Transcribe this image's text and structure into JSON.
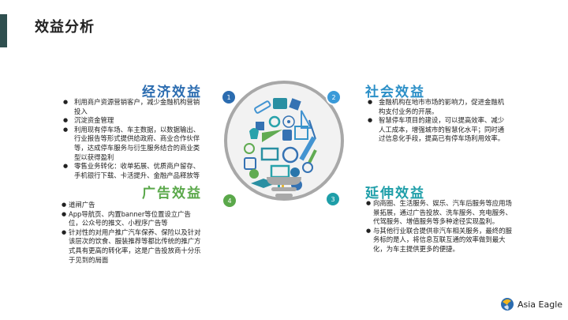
{
  "page": {
    "title": "效益分析"
  },
  "colors": {
    "accent_bar": "#2f4f4f",
    "economic": "#2b6cb0",
    "advertising": "#5aa84a",
    "social": "#2b8fc7",
    "extension": "#1e9ea8"
  },
  "sections": {
    "economic": {
      "title": "经济效益",
      "badge": "1",
      "items": [
        "利用商户资源营销客户，减少金融机构营销投入",
        "沉淀资金管理",
        "利用现有停车场、车主数据，以数据输出、行业报告等形式提供给政府、商业合作伙伴等，达成停车服务与衍生服务结合的商业类型以获得盈利",
        "零售业务转化：收单拓展、优质商户留存、手机银行下载、卡活提升、金融产品释放等"
      ]
    },
    "social": {
      "title": "社会效益",
      "badge": "2",
      "items": [
        "金融机构在地市市场的影响力，促进金融机构支付业务的开展。",
        "智慧停车项目的建设，可以提高效率、减少人工成本，增强城市的智慧化水平；同时通过信息化手段，提高已有停车场利用效率。"
      ]
    },
    "extension": {
      "title": "延伸效益",
      "badge": "3",
      "items": [
        "向商圈、生活服务、娱乐、汽车后服务等应用场景拓展，通过广告投放、洗车服务、充电服务、代驾服务、增值服务等多种途径实现盈利。",
        "与其他行业联合提供非汽车相关服务，最终的服务标的是人，将信息互联互通的效率做到最大化，为车主提供更多的便捷。"
      ]
    },
    "advertising": {
      "title": "广告效益",
      "badge": "4",
      "items": [
        "道闸广告",
        "App导航页、内置banner等位置设立广告位，公众号的推文、小程序广告等",
        "针对性的对用户推广汽车保养、保险以及针对该层次的饮食、服装推荐等都比传统的推广方式具有更高的转化率，这是广告投放商十分乐于见到的局面"
      ]
    }
  },
  "center": {
    "graphic": "lightbulb-education-icons"
  },
  "logo": {
    "text": "Asia Eagle"
  }
}
